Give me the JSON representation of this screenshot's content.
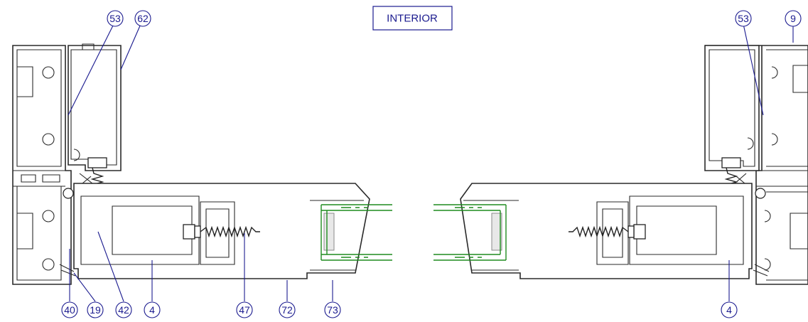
{
  "title_label": "INTERIOR",
  "callouts": {
    "c53_left": "53",
    "c62": "62",
    "c53_right": "53",
    "c9": "9",
    "c40": "40",
    "c19": "19",
    "c42": "42",
    "c4_left": "4",
    "c47": "47",
    "c72": "72",
    "c73": "73",
    "c4_right": "4"
  },
  "colors": {
    "callout_blue": "#1b1b8f",
    "gasket_green": "#1e8c1e",
    "outline": "#2a2a2a"
  }
}
